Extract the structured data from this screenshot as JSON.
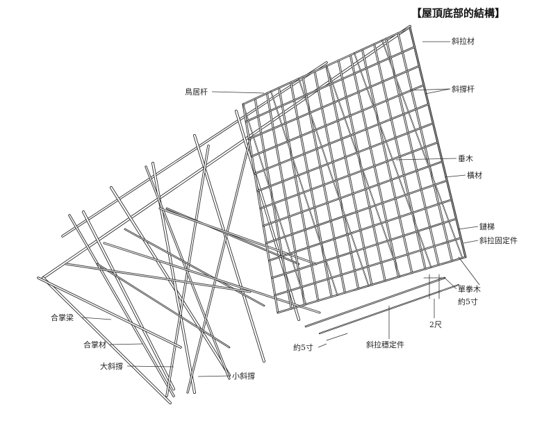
{
  "title": "【屋頂底部的結構】",
  "labels": {
    "xie_la_cai": "斜拉材",
    "xie_cheng_gan": "斜撐杆",
    "niao_ju_gan": "鳥居杆",
    "chui_mu": "垂木",
    "heng_cai": "橫材",
    "lian_ti": "鏈梯",
    "xie_la_gu_ding_jian": "斜拉固定件",
    "dan_quan_mu": "單拳木",
    "yue_5_cun_right": "約5寸",
    "two_chi": "2尺",
    "he_zhang_liang": "合掌梁",
    "he_zhang_cai": "合掌材",
    "da_xie_cheng": "大斜撐",
    "xiao_xie_cheng": "小斜撐",
    "yue_5_cun_bottom": "約5寸",
    "xie_la_wen_ding_jian": "斜拉穩定件"
  }
}
